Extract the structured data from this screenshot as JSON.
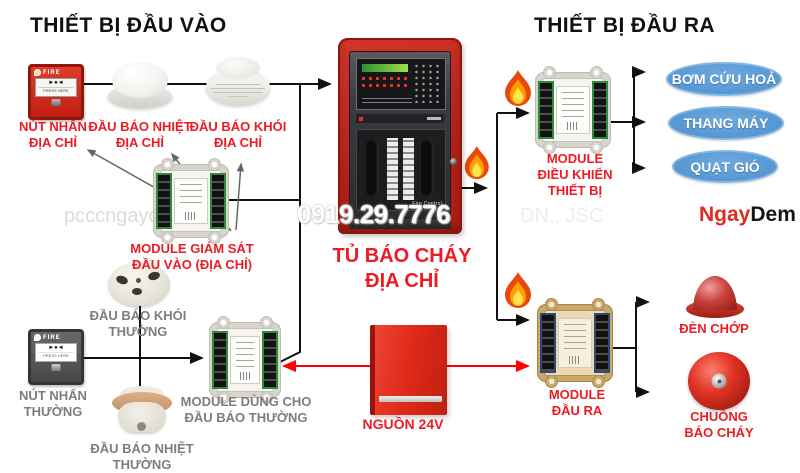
{
  "headings": {
    "input": "THIẾT BỊ ĐẦU VÀO",
    "output": "THIẾT BỊ ĐẦU RA"
  },
  "input_side": {
    "callpoint_addr": {
      "l1": "NÚT NHẤN",
      "l2": "ĐỊA CHỈ"
    },
    "heat_addr": {
      "l1": "ĐẦU BÁO NHIỆT",
      "l2": "ĐỊA CHỈ"
    },
    "smoke_addr": {
      "l1": "ĐẦU BÁO KHÓI",
      "l2": "ĐỊA CHỈ"
    },
    "monitor_module": {
      "l1": "MODULE GIÁM SÁT",
      "l2": "ĐẦU VÀO (ĐỊA CHỈ)"
    },
    "smoke_conv": {
      "l1": "ĐẦU BÁO KHÓI",
      "l2": "THƯỜNG"
    },
    "callpoint_conv": {
      "l1": "NÚT NHẤN",
      "l2": "THƯỜNG"
    },
    "heat_conv": {
      "l1": "ĐẦU BÁO NHIỆT",
      "l2": "THƯỜNG"
    },
    "conv_module": {
      "l1": "MODULE DÙNG CHO",
      "l2": "ĐẦU BÁO THƯỜNG"
    }
  },
  "panel": {
    "title_l1": "TỦ BÁO CHÁY",
    "title_l2": "ĐỊA CHỈ",
    "display_brand": "Fire Control"
  },
  "power": {
    "label": "NGUỒN 24V"
  },
  "output_side": {
    "control_module": {
      "l1": "MODULE",
      "l2": "ĐIỀU KHIỂN",
      "l3": "THIẾT BỊ"
    },
    "output_module": {
      "l1": "MODULE",
      "l2": "ĐẦU RA"
    },
    "strobe": {
      "l1": "ĐÈN CHỚP"
    },
    "bell": {
      "l1": "CHUÔNG",
      "l2": "BÁO CHÁY"
    },
    "targets": [
      "BƠM CỨU HOẢ",
      "THANG MÁY",
      "QUẠT GIÓ"
    ]
  },
  "callpoint_face": {
    "fire": "FIRE",
    "arrows": "►●◄",
    "press": "PRESS HERE"
  },
  "watermark": {
    "site": "pcccngaydem.vn",
    "phone": "0919.29.7776",
    "company": "DN., JSC",
    "logo_red": "Ngay",
    "logo_black": "Dem"
  },
  "colors": {
    "label_red": "#ed1c24",
    "label_gray": "#7d7d7d",
    "pill_blue": "#5b9bd5",
    "panel_red": "#c1251b",
    "wire_black": "#111111",
    "wire_red": "#ff0000",
    "flame_orange": "#ff9e00"
  }
}
